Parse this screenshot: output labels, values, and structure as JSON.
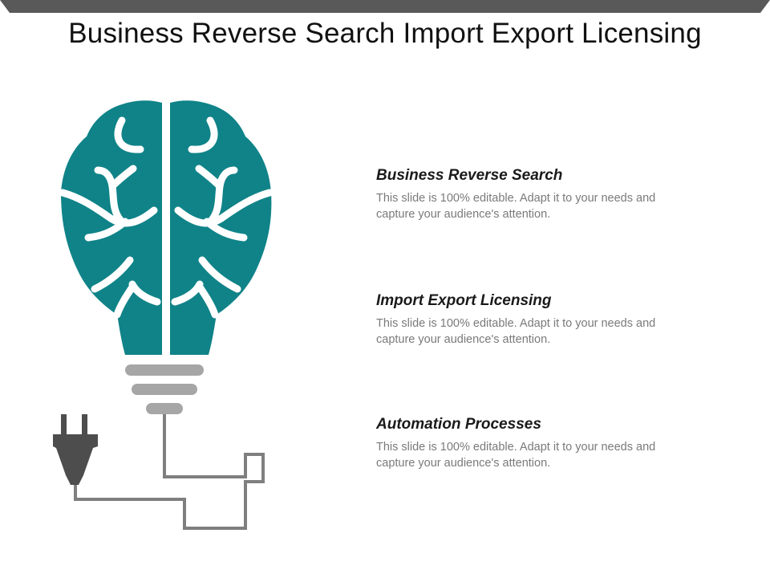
{
  "slide": {
    "title": "Business Reverse Search Import Export Licensing"
  },
  "colors": {
    "brain": "#0f8388",
    "bulb_base": "#a6a6a6",
    "cord": "#7f7f7f",
    "plug": "#4d4d4d",
    "top_bar": "#595959"
  },
  "icons": [
    "brain-lightbulb-icon",
    "plug-icon"
  ],
  "items": [
    {
      "heading": "Business Reverse Search",
      "description": "This slide is 100% editable. Adapt it to your needs and capture your audience's attention."
    },
    {
      "heading": "Import Export Licensing",
      "description": "This slide is 100% editable. Adapt it to your needs and capture your audience's attention."
    },
    {
      "heading": "Automation Processes",
      "description": "This slide is 100% editable. Adapt it to your needs and capture your audience's attention."
    }
  ]
}
